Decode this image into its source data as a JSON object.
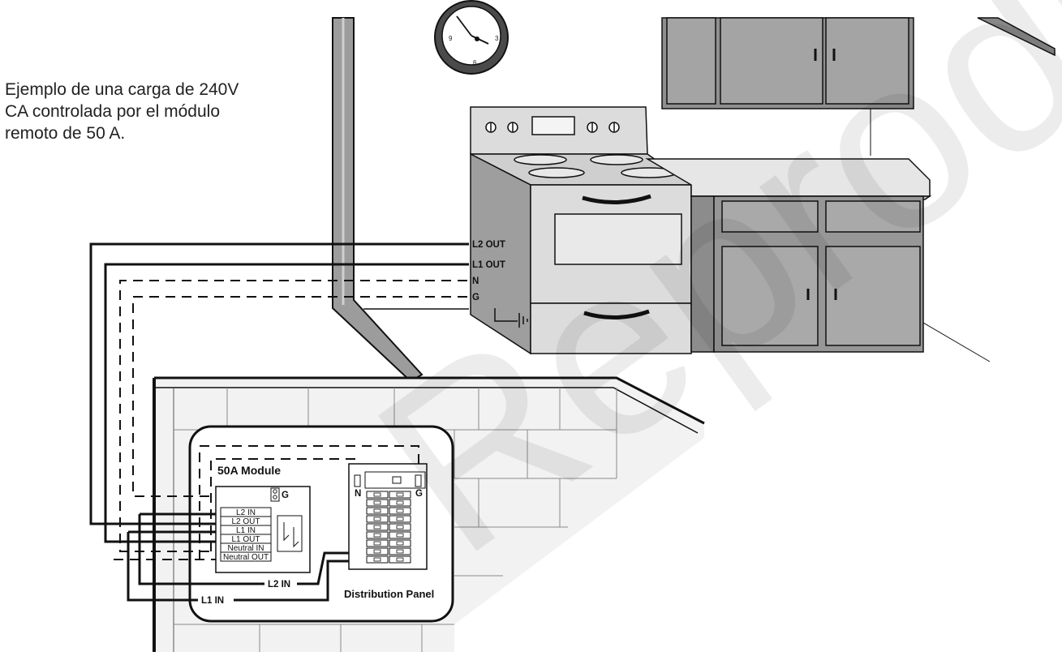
{
  "caption": {
    "line1": "Ejemplo de una carga de 240V",
    "line2": "CA controlada por el módulo",
    "line3": "remoto de 50 A."
  },
  "stove_labels": {
    "l2_out": "L2 OUT",
    "l1_out": "L1 OUT",
    "neutral": "N",
    "ground": "G"
  },
  "module": {
    "title": "50A Module",
    "ground": "G",
    "terminals": [
      "L2 IN",
      "L2 OUT",
      "L1 IN",
      "L1 OUT",
      "Neutral IN",
      "Neutral OUT"
    ]
  },
  "panel": {
    "title": "Distribution Panel",
    "neutral": "N",
    "ground": "G"
  },
  "wires": {
    "l2_in": "L2 IN",
    "l1_in": "L1 IN"
  },
  "clock": {
    "n9": "9",
    "n3": "3",
    "n6": "6"
  },
  "watermark": "Reproduced",
  "colors": {
    "stove_face": "#dcdcdc",
    "stove_side": "#9e9e9e",
    "cabinet_front": "#a3a3a3",
    "wall_block": "#f2f2f2",
    "line": "#111111"
  }
}
